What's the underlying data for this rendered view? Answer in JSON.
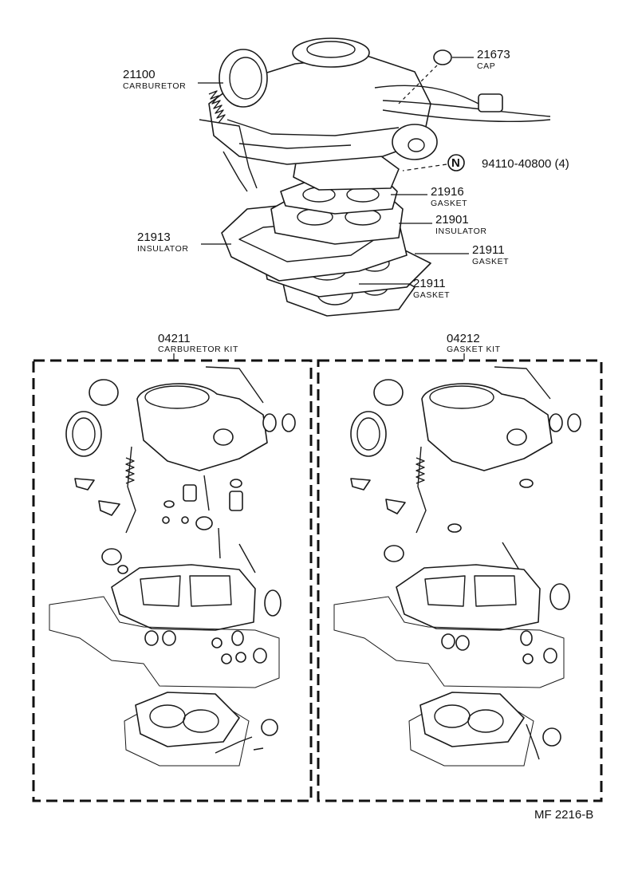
{
  "labels": {
    "carburetor": {
      "number": "21100",
      "name": "CARBURETOR"
    },
    "cap": {
      "number": "21673",
      "name": "CAP"
    },
    "bolt": {
      "badge": "N",
      "number": "94110-40800 (4)"
    },
    "gasket_upper": {
      "number": "21916",
      "name": "GASKET"
    },
    "insulator_upper": {
      "number": "21901",
      "name": "INSULATOR"
    },
    "insulator_left": {
      "number": "21913",
      "name": "INSULATOR"
    },
    "gasket_mid": {
      "number": "21911",
      "name": "GASKET"
    },
    "gasket_low": {
      "number": "21911",
      "name": "GASKET"
    }
  },
  "kits": {
    "carburetor_kit": {
      "number": "04211",
      "name": "CARBURETOR KIT"
    },
    "gasket_kit": {
      "number": "04212",
      "name": "GASKET KIT"
    }
  },
  "footer": {
    "code": "MF 2216-B"
  }
}
